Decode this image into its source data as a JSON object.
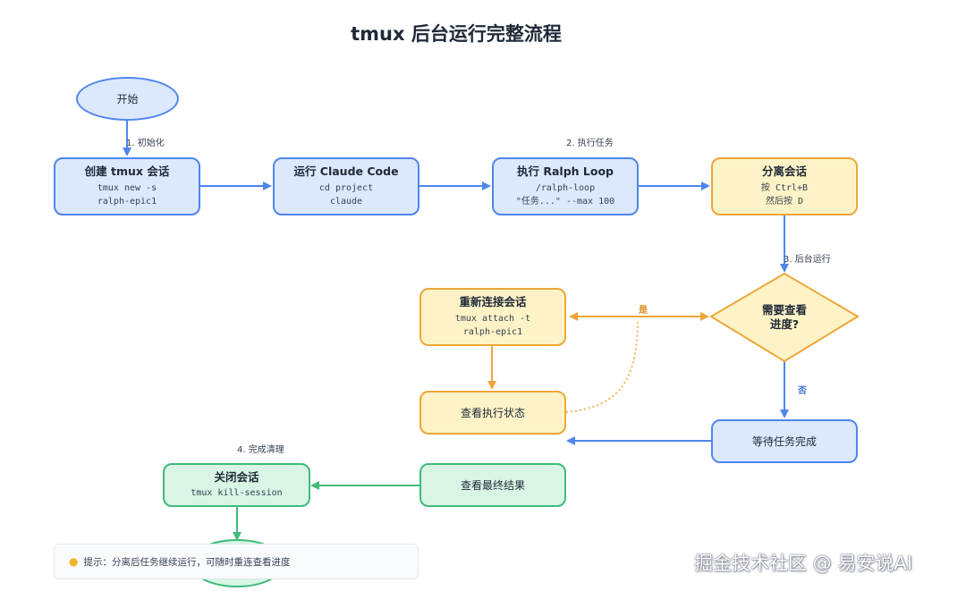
{
  "title": "tmux 后台运行完整流程",
  "nodes": {
    "start": {
      "label": "开始"
    },
    "create_session": {
      "label": "创建 tmux 会话",
      "lines": [
        "tmux new -s",
        "ralph-epic1"
      ]
    },
    "run_claude": {
      "label": "运行 Claude Code",
      "lines": [
        "cd project",
        "claude"
      ]
    },
    "ralph_loop": {
      "label": "执行 Ralph Loop",
      "lines": [
        "/ralph-loop",
        "\"任务...\" --max 100"
      ]
    },
    "detach": {
      "label": "分离会话",
      "lines": [
        "按 Ctrl+B",
        "然后按 D"
      ]
    },
    "decision": {
      "label_lines": [
        "需要查看",
        "进度?"
      ]
    },
    "reattach": {
      "label": "重新连接会话",
      "lines": [
        "tmux attach -t",
        "ralph-epic1"
      ]
    },
    "view_status": {
      "label": "查看执行状态"
    },
    "wait": {
      "label": "等待任务完成"
    },
    "final_result": {
      "label": "查看最终结果"
    },
    "close": {
      "label": "关闭会话",
      "lines": [
        "tmux kill-session"
      ]
    }
  },
  "edge_labels": {
    "init": "1. 初始化",
    "execute": "2. 执行任务",
    "background": "3. 后台运行",
    "yes": "是",
    "no": "否",
    "cleanup": "4. 完成清理"
  },
  "tip": {
    "icon": "lightbulb-icon",
    "text": "提示：分离后任务继续运行，可随时重连查看进度"
  },
  "watermark": "掘金技术社区 @ 易安说AI",
  "colors": {
    "blue_node": "#dbe8fd",
    "yellow_node": "#fef3c7",
    "green_node": "#d8f5e5",
    "blue_edge": "#4f86ee",
    "orange_edge": "#eea63a",
    "green_edge": "#3fbb7a"
  }
}
